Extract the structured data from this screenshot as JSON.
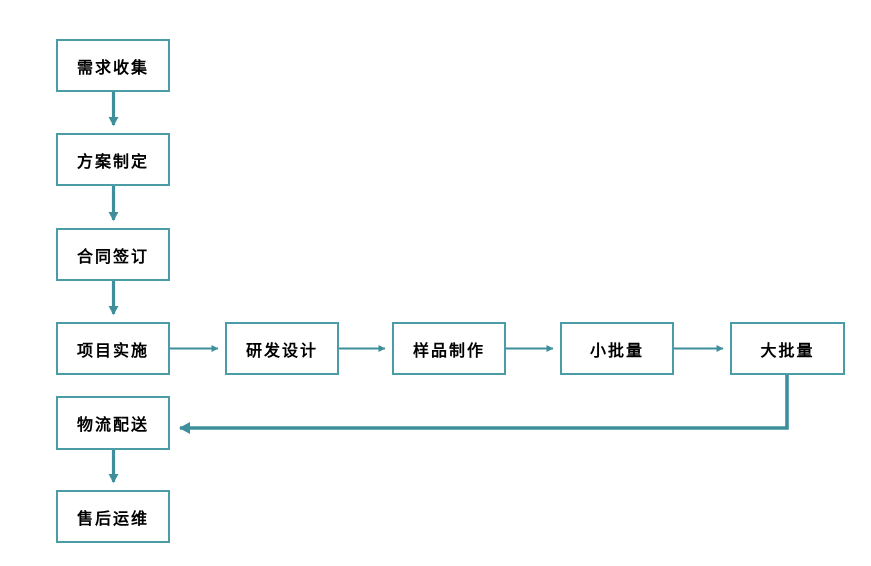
{
  "diagram": {
    "type": "flowchart",
    "colors": {
      "box_border": "#4a9da6",
      "box_fill": "#ffffff",
      "arrow": "#3e8f9b",
      "text": "#000000",
      "background": "#ffffff"
    },
    "nodes": [
      {
        "id": "requirement-collection",
        "label": "需求收集"
      },
      {
        "id": "plan-formulation",
        "label": "方案制定"
      },
      {
        "id": "contract-signing",
        "label": "合同签订"
      },
      {
        "id": "project-implementation",
        "label": "项目实施"
      },
      {
        "id": "rd-design",
        "label": "研发设计"
      },
      {
        "id": "sample-production",
        "label": "样品制作"
      },
      {
        "id": "small-batch",
        "label": "小批量"
      },
      {
        "id": "large-batch",
        "label": "大批量"
      },
      {
        "id": "logistics-delivery",
        "label": "物流配送"
      },
      {
        "id": "after-sales-maintenance",
        "label": "售后运维"
      }
    ],
    "edges": [
      {
        "from": "需求收集",
        "to": "方案制定",
        "direction": "down"
      },
      {
        "from": "方案制定",
        "to": "合同签订",
        "direction": "down"
      },
      {
        "from": "合同签订",
        "to": "项目实施",
        "direction": "down"
      },
      {
        "from": "项目实施",
        "to": "研发设计",
        "direction": "right"
      },
      {
        "from": "研发设计",
        "to": "样品制作",
        "direction": "right"
      },
      {
        "from": "样品制作",
        "to": "小批量",
        "direction": "right"
      },
      {
        "from": "小批量",
        "to": "大批量",
        "direction": "right"
      },
      {
        "from": "大批量",
        "to": "物流配送",
        "direction": "down-then-left"
      },
      {
        "from": "物流配送",
        "to": "售后运维",
        "direction": "down"
      }
    ]
  }
}
